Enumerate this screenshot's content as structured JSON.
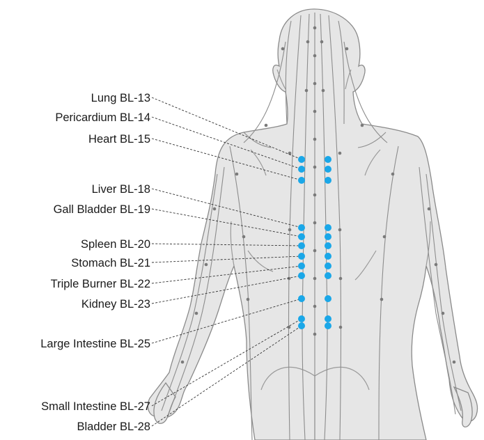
{
  "diagram": {
    "colors": {
      "point": "#1aa7e8",
      "body": "#e6e6e6",
      "outline": "#8a8a8a",
      "meridian": "#8c8c8c",
      "text": "#1a1a1a"
    },
    "labels": [
      {
        "id": "bl13",
        "text": "Lung BL-13"
      },
      {
        "id": "bl14",
        "text": "Pericardium BL-14"
      },
      {
        "id": "bl15",
        "text": "Heart BL-15"
      },
      {
        "id": "bl18",
        "text": "Liver BL-18"
      },
      {
        "id": "bl19",
        "text": "Gall Bladder BL-19"
      },
      {
        "id": "bl20",
        "text": "Spleen BL-20"
      },
      {
        "id": "bl21",
        "text": "Stomach BL-21"
      },
      {
        "id": "bl22",
        "text": "Triple Burner BL-22"
      },
      {
        "id": "bl23",
        "text": "Kidney BL-23"
      },
      {
        "id": "bl25",
        "text": "Large Intestine BL-25"
      },
      {
        "id": "bl27",
        "text": "Small Intestine BL-27"
      },
      {
        "id": "bl28",
        "text": "Bladder BL-28"
      }
    ]
  }
}
